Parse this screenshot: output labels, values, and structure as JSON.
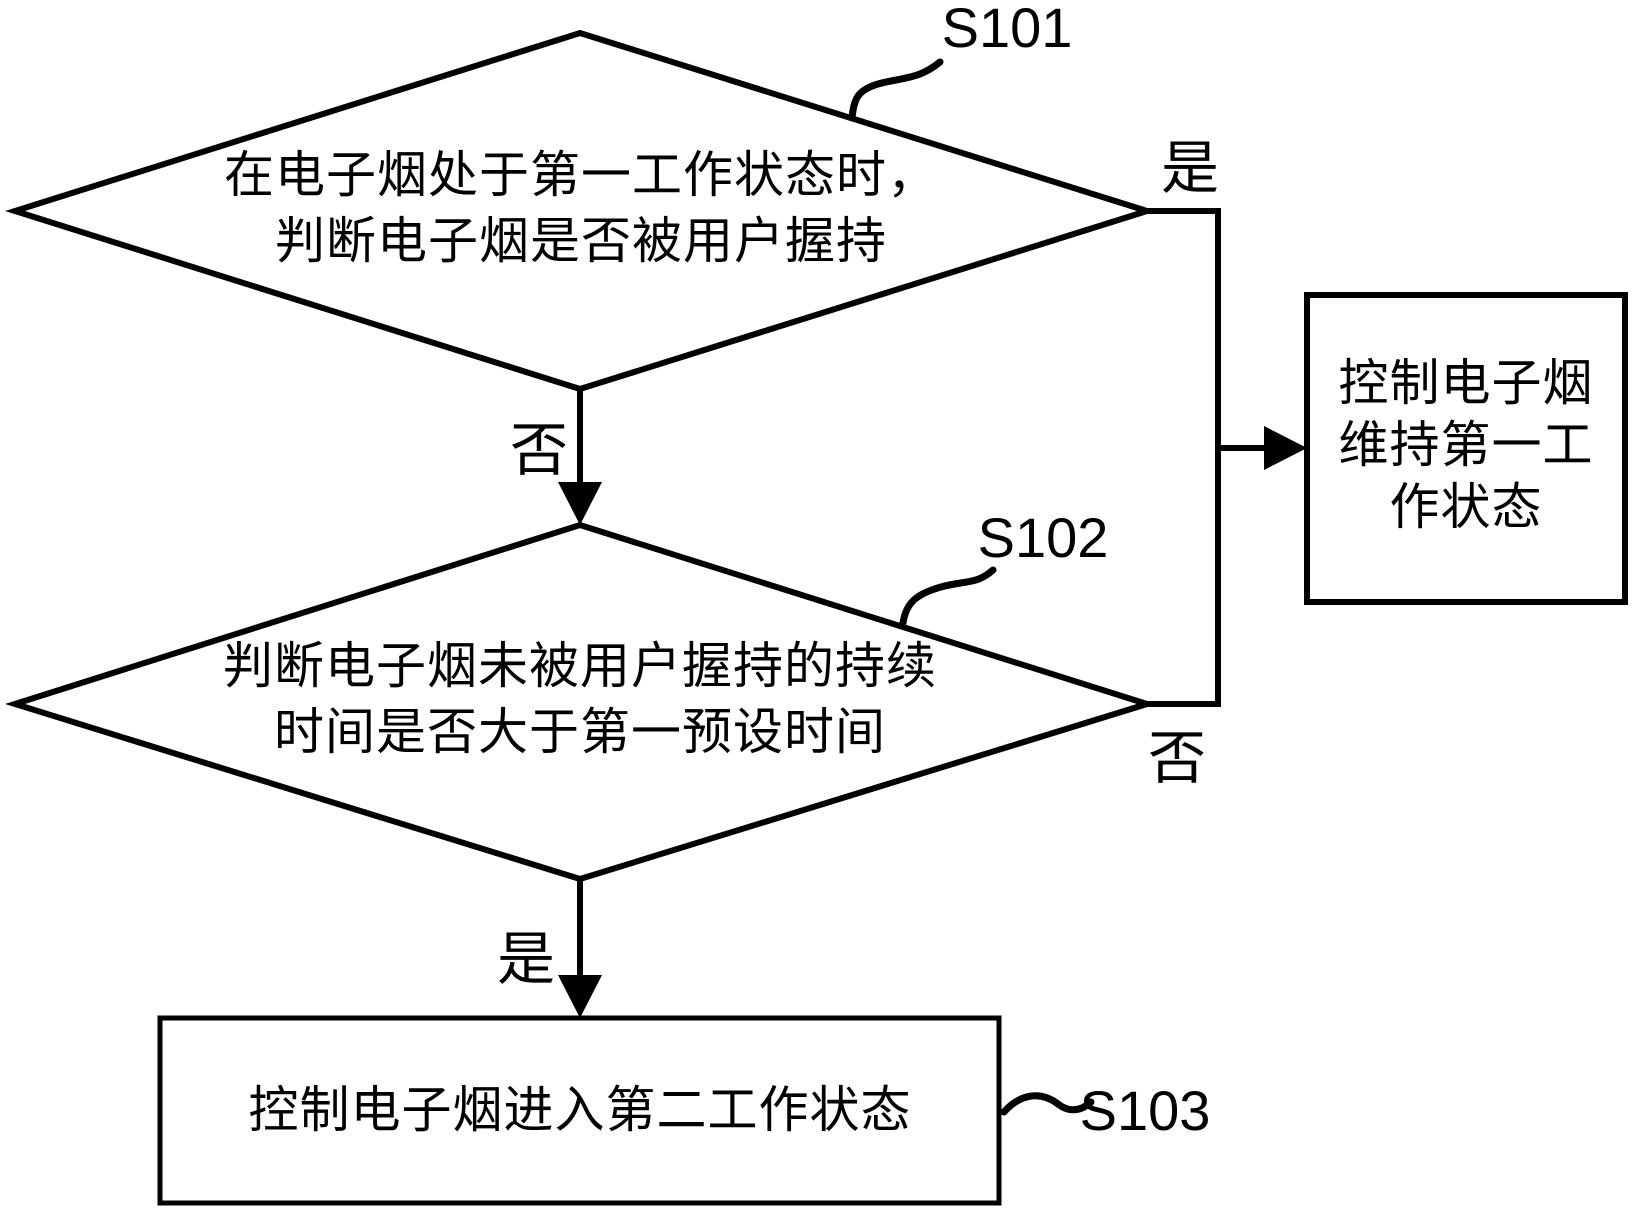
{
  "figure": {
    "background": "#ffffff",
    "line_color": "#000000"
  },
  "nodes": {
    "decision1": {
      "step": "S101",
      "lines": [
        "在电子烟处于第一工作状态时，",
        "判断电子烟是否被用户握持"
      ]
    },
    "decision2": {
      "step": "S102",
      "lines": [
        "判断电子烟未被用户握持的持续",
        "时间是否大于第一预设时间"
      ]
    },
    "maintain_box": {
      "lines": [
        "控制电子烟",
        "维持第一工",
        "作状态"
      ]
    },
    "enter_box": {
      "step": "S103",
      "label": "控制电子烟进入第二工作状态"
    }
  },
  "edges": {
    "d1_yes": "是",
    "d1_no": "否",
    "d2_yes": "是",
    "d2_no": "否"
  }
}
